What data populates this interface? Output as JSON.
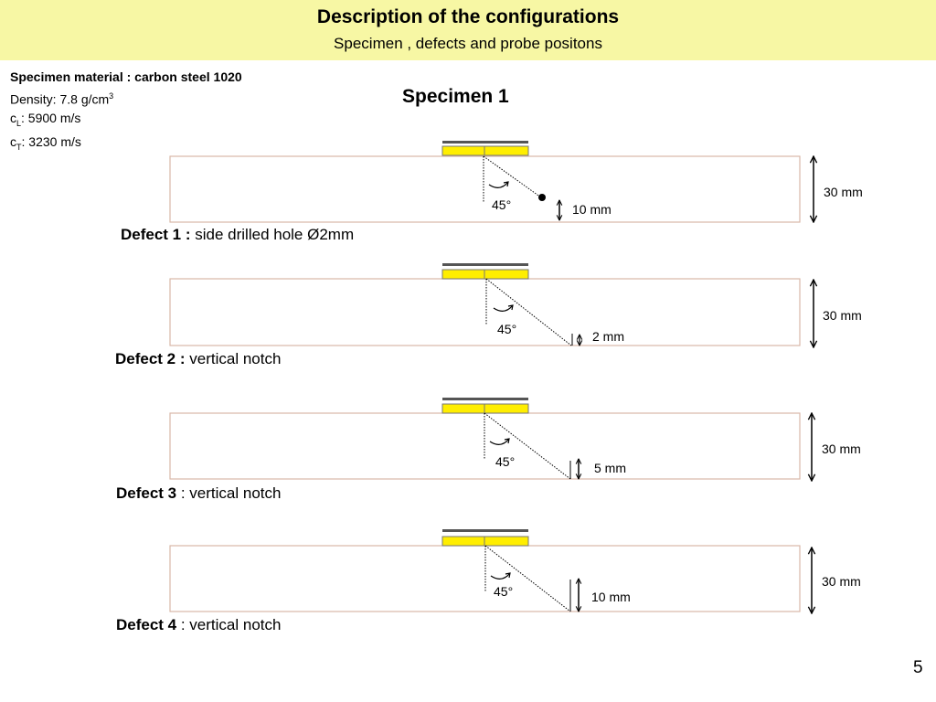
{
  "header": {
    "title": "Description of the configurations",
    "subtitle": "Specimen , defects and probe positons"
  },
  "material": {
    "title": "Specimen material : carbon steel 1020",
    "density_prefix": "Density: 7.8 g/cm",
    "density_sup": "3",
    "cl_main": "c",
    "cl_sub": "L",
    "cl_value": ": 5900 m/s",
    "ct_main": "c",
    "ct_sub": "T",
    "ct_value": ": 3230 m/s"
  },
  "specimen_title": "Specimen 1",
  "configs": [
    {
      "defect_num": "Defect 1 :",
      "defect_desc": " side drilled hole Ø2mm",
      "angle": "45°",
      "defect_dim": "10 mm",
      "thickness": "30 mm"
    },
    {
      "defect_num": "Defect 2 :",
      "defect_desc": " vertical notch",
      "angle": "45°",
      "defect_dim": "2 mm",
      "thickness": "30 mm"
    },
    {
      "defect_num": "Defect 3",
      "defect_desc": " : vertical notch",
      "angle": "45°",
      "defect_dim": "5 mm",
      "thickness": "30 mm"
    },
    {
      "defect_num": "Defect 4",
      "defect_desc": " : vertical notch",
      "angle": "45°",
      "defect_dim": "10 mm",
      "thickness": "30 mm"
    }
  ],
  "page_number": "5",
  "colors": {
    "header_bg": "#f7f7a4",
    "probe_yellow": "#ffee00",
    "specimen_border": "#d9b8a8"
  }
}
